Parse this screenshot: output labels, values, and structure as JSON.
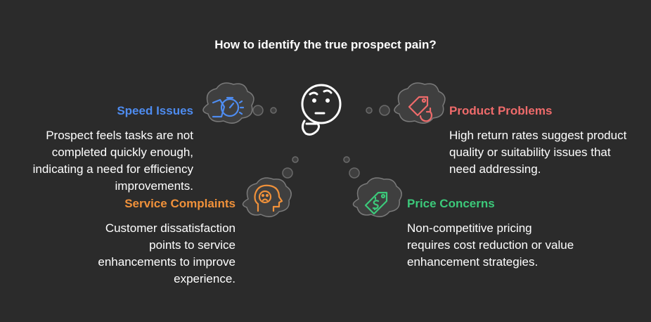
{
  "title": "How to identify the true prospect pain?",
  "colors": {
    "background": "#2b2b2b",
    "bubble": "#3f3f3f",
    "speed": "#4e8cf0",
    "product": "#ef6b6b",
    "service": "#f0913a",
    "price": "#3cc97a"
  },
  "center_icon": "thinking-face-icon",
  "items": [
    {
      "key": "speed",
      "heading": "Speed Issues",
      "description": "Prospect feels tasks are not completed quickly enough, indicating a need for efficiency improvements.",
      "icon": "hand-stopwatch-icon"
    },
    {
      "key": "product",
      "heading": "Product Problems",
      "description": "High return rates suggest product quality or suitability issues that need addressing.",
      "icon": "return-tag-icon"
    },
    {
      "key": "service",
      "heading": "Service Complaints",
      "description": "Customer dissatisfaction points to service enhancements to improve experience.",
      "icon": "unhappy-head-icon"
    },
    {
      "key": "price",
      "heading": "Price Concerns",
      "description": "Non-competitive pricing requires cost reduction or value enhancement strategies.",
      "icon": "price-tag-icon"
    }
  ]
}
